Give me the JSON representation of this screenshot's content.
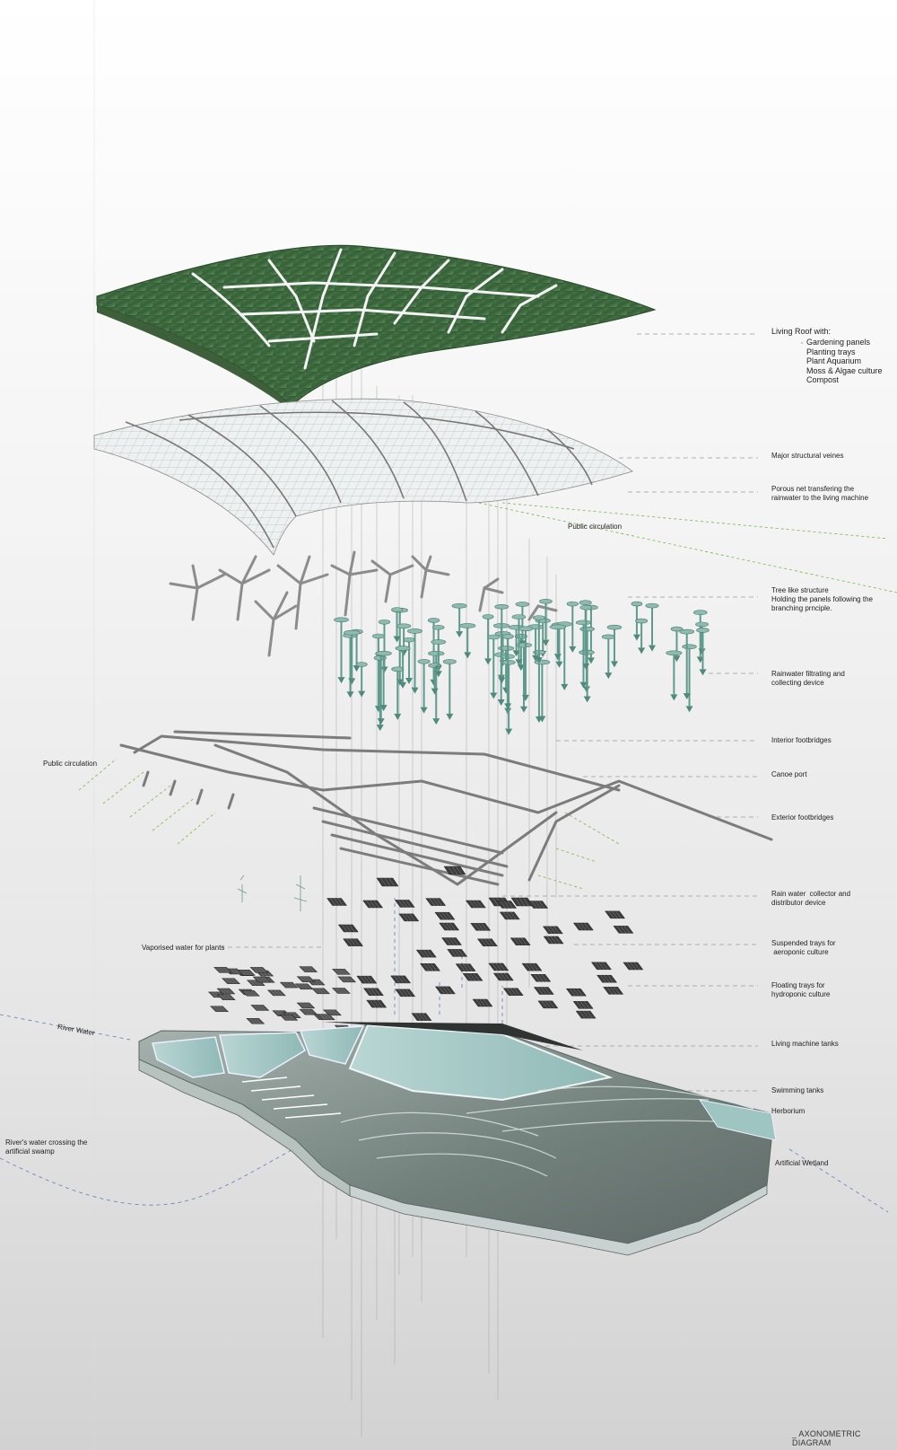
{
  "labels": {
    "living_roof_title": "Living Roof with:",
    "living_roof_items": [
      "Gardening panels",
      "Planting trays",
      "Plant Aquarium",
      "Moss & Algae culture",
      "Compost"
    ],
    "major_veines": "Major structural veines",
    "porous_net": "Porous net transfering the\nrainwater to the living machine",
    "public_circulation_right": "Public circulation",
    "tree_structure": "Tree like structure\nHolding the panels following the\nbranching prnciple.",
    "rainwater_filtrating": "Rainwater filtrating and\ncollecting device",
    "interior_footbridges": "Interior footbridges",
    "public_circulation_left": "Public circulation",
    "canoe_port": "Canoe port",
    "exterior_footbridges": "Exterior footbridges",
    "rain_collector": "Rain water  collector and\ndistributor device",
    "vaporised_water": "Vaporised water for plants",
    "suspended_trays": "Suspended trays for\n aeroponic culture",
    "floating_trays": "Floating trays for\nhydroponic culture",
    "river_water": "River Water",
    "living_machine_tanks": "Living machine tanks",
    "swimming_tanks": "Swimming tanks",
    "herborium": "Herborium",
    "rivers_water_crossing": "River's water crossing the\nartificial swamp",
    "artificial_wetland": "Artificial Wetland"
  },
  "footer": "_ AXONOMETRIC DIAGRAM",
  "colors": {
    "roof_green": "#3f6b3c",
    "roof_dark": "#2c4f2b",
    "glass": "#e9eeee",
    "filter_teal": "#5f9a8c",
    "tray": "#3d3d3d",
    "tank_water": "#9fc5c3",
    "base_concrete": "#7e8b87",
    "guide_green": "#7fb34a",
    "guide_blue": "#5b7fb8"
  }
}
